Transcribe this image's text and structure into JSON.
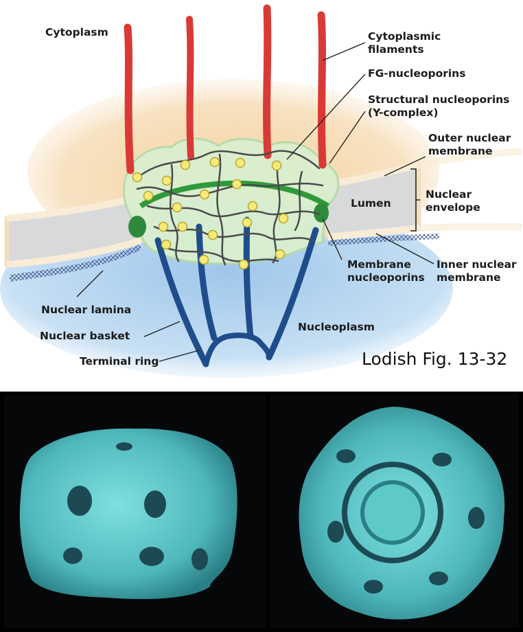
{
  "labels": {
    "cytoplasm": "Cytoplasm",
    "cytoplasmic_filaments": [
      "Cytoplasmic",
      "filaments"
    ],
    "fg_nucleoporins": "FG-nucleoporins",
    "structural_nucleoporins": [
      "Structural nucleoporins",
      "(Y-complex)"
    ],
    "outer_nuclear_membrane": [
      "Outer nuclear",
      "membrane"
    ],
    "lumen": "Lumen",
    "nuclear_envelope": [
      "Nuclear",
      "envelope"
    ],
    "membrane_nucleoporins": [
      "Membrane",
      "nucleoporins"
    ],
    "inner_nuclear_membrane": [
      "Inner nuclear",
      "membrane"
    ],
    "nuclear_lamina": "Nuclear lamina",
    "nuclear_basket": "Nuclear basket",
    "nucleoplasm": "Nucleoplasm",
    "terminal_ring": "Terminal ring"
  },
  "caption": "Lodish Fig. 13-32",
  "colors": {
    "cytoplasm": "#f6dcb6",
    "nucleoplasm": "#b7d6ef",
    "membrane": "#f8ecd6",
    "lumen": "#d8d9db",
    "filament_red": "#d93a36",
    "basket_blue": "#1f4d8c",
    "fg_bead": "#f6ea7a",
    "y_complex": "#cfe8c6",
    "ring_green": "#2f9a3a",
    "lamina": "#3a4f8a",
    "em_cyan": "#5ec9c9"
  }
}
